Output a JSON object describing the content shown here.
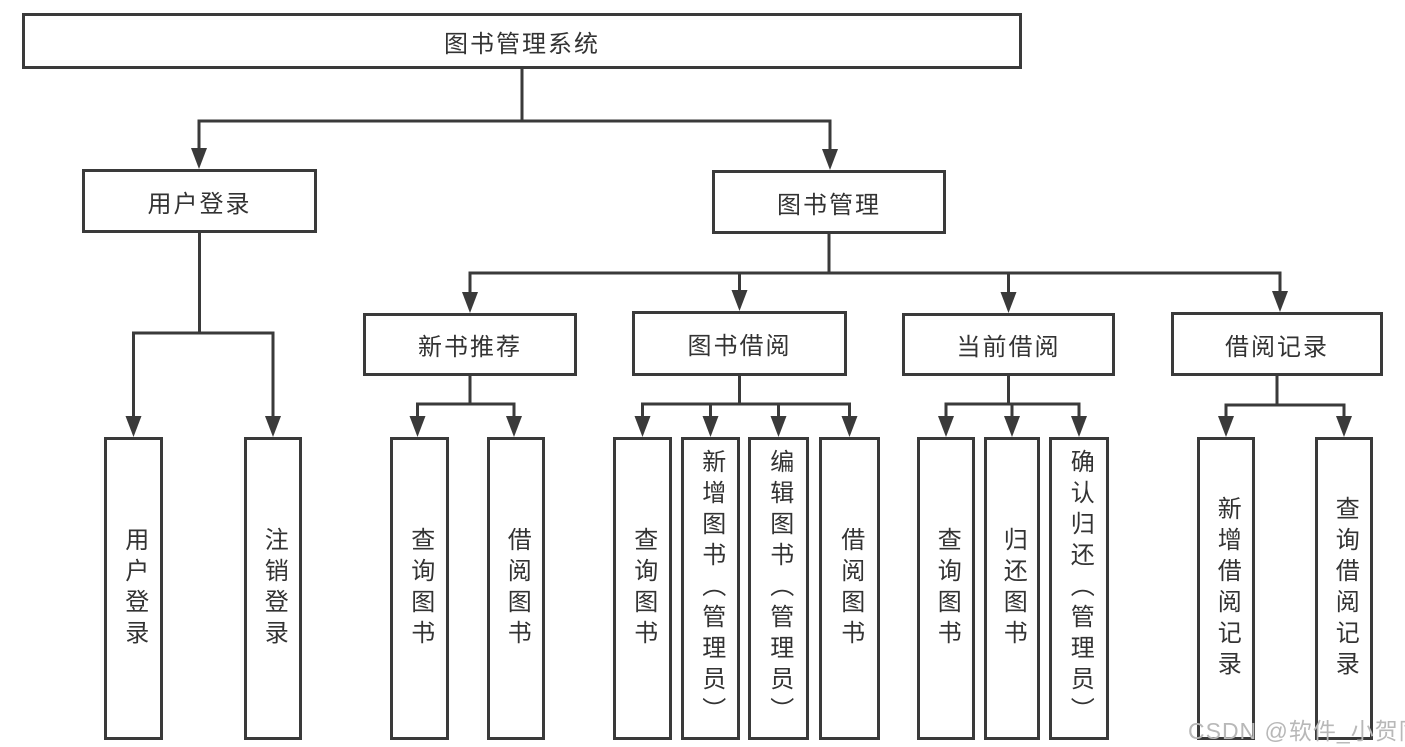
{
  "diagram_title": "图书管理系统",
  "watermark": "CSDN @软件_小贺同学",
  "colors": {
    "line": "#3a3a3a",
    "text": "#333333",
    "background": "#ffffff",
    "watermark": "#b8b8b8"
  },
  "nodes": {
    "root": {
      "label": "图书管理系统"
    },
    "user_login": {
      "label": "用户登录"
    },
    "book_mgmt": {
      "label": "图书管理"
    },
    "user_login_leaf": {
      "label": "用户登录"
    },
    "logout_leaf": {
      "label": "注销登录"
    },
    "new_book_rec": {
      "label": "新书推荐"
    },
    "book_borrow": {
      "label": "图书借阅"
    },
    "current_borrow": {
      "label": "当前借阅"
    },
    "borrow_records": {
      "label": "借阅记录"
    },
    "nbr_query_books": {
      "label": "查询图书"
    },
    "nbr_borrow_books": {
      "label": "借阅图书"
    },
    "bb_query_books": {
      "label": "查询图书"
    },
    "bb_add_books": {
      "label": "新增图书（管理员）"
    },
    "bb_edit_books": {
      "label": "编辑图书（管理员）"
    },
    "bb_borrow_books": {
      "label": "借阅图书"
    },
    "cb_query_books": {
      "label": "查询图书"
    },
    "cb_return_books": {
      "label": "归还图书"
    },
    "cb_confirm_return": {
      "label": "确认归还（管理员）"
    },
    "br_add_record": {
      "label": "新增借阅记录"
    },
    "br_query_record": {
      "label": "查询借阅记录"
    }
  },
  "hierarchy": {
    "图书管理系统": [
      "用户登录",
      "图书管理"
    ],
    "用户登录": [
      "用户登录",
      "注销登录"
    ],
    "图书管理": [
      "新书推荐",
      "图书借阅",
      "当前借阅",
      "借阅记录"
    ],
    "新书推荐": [
      "查询图书",
      "借阅图书"
    ],
    "图书借阅": [
      "查询图书",
      "新增图书（管理员）",
      "编辑图书（管理员）",
      "借阅图书"
    ],
    "当前借阅": [
      "查询图书",
      "归还图书",
      "确认归还（管理员）"
    ],
    "借阅记录": [
      "新增借阅记录",
      "查询借阅记录"
    ]
  }
}
